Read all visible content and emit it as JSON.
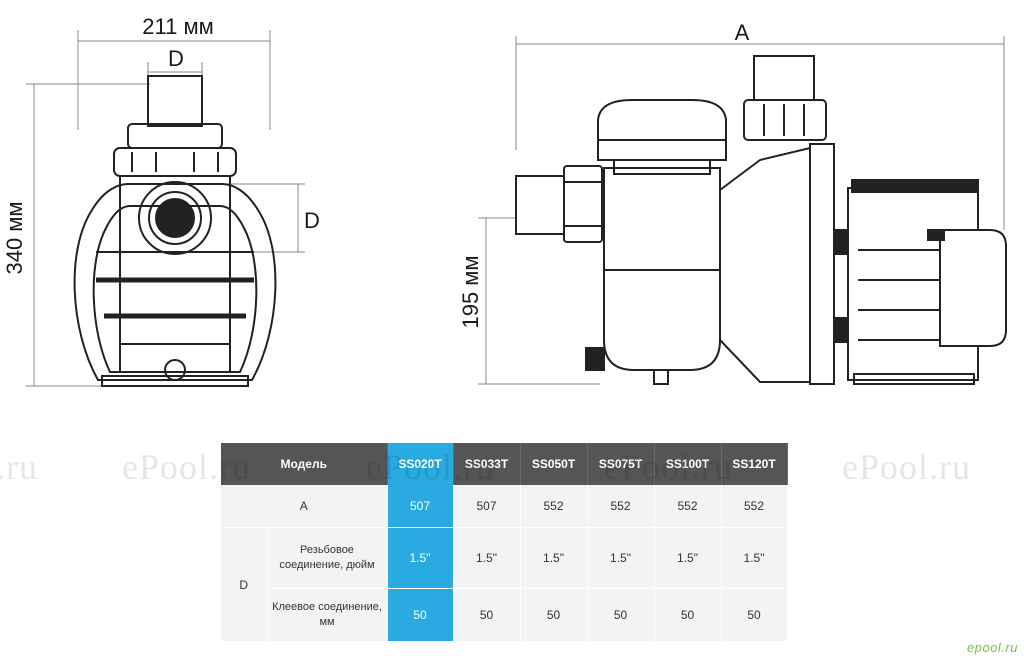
{
  "figure": {
    "width_label": "211 мм",
    "height_label": "340 мм",
    "side_height_label": "195 мм",
    "connection_label": "D",
    "length_label": "A"
  },
  "table": {
    "model_header": "Модель",
    "models": [
      "SS020T",
      "SS033T",
      "SS050T",
      "SS075T",
      "SS100T",
      "SS120T"
    ],
    "highlighted_model": "SS020T",
    "row_a": {
      "label": "A",
      "values": [
        "507",
        "507",
        "552",
        "552",
        "552",
        "552"
      ]
    },
    "group_d_label": "D",
    "row_thread": {
      "label": "Резьбовое соединение, дюйм",
      "values": [
        "1.5\"",
        "1.5\"",
        "1.5\"",
        "1.5\"",
        "1.5\"",
        "1.5\""
      ]
    },
    "row_glue": {
      "label": "Клеевое соединение, мм",
      "values": [
        "50",
        "50",
        "50",
        "50",
        "50",
        "50"
      ]
    }
  },
  "watermark": "ePool.ru",
  "watermark_fragment": ".ru",
  "corner_logo": "epool.ru",
  "colors": {
    "highlight": "#29abe2",
    "header": "#555555",
    "cell": "#f3f3f3",
    "line": "#222222"
  }
}
